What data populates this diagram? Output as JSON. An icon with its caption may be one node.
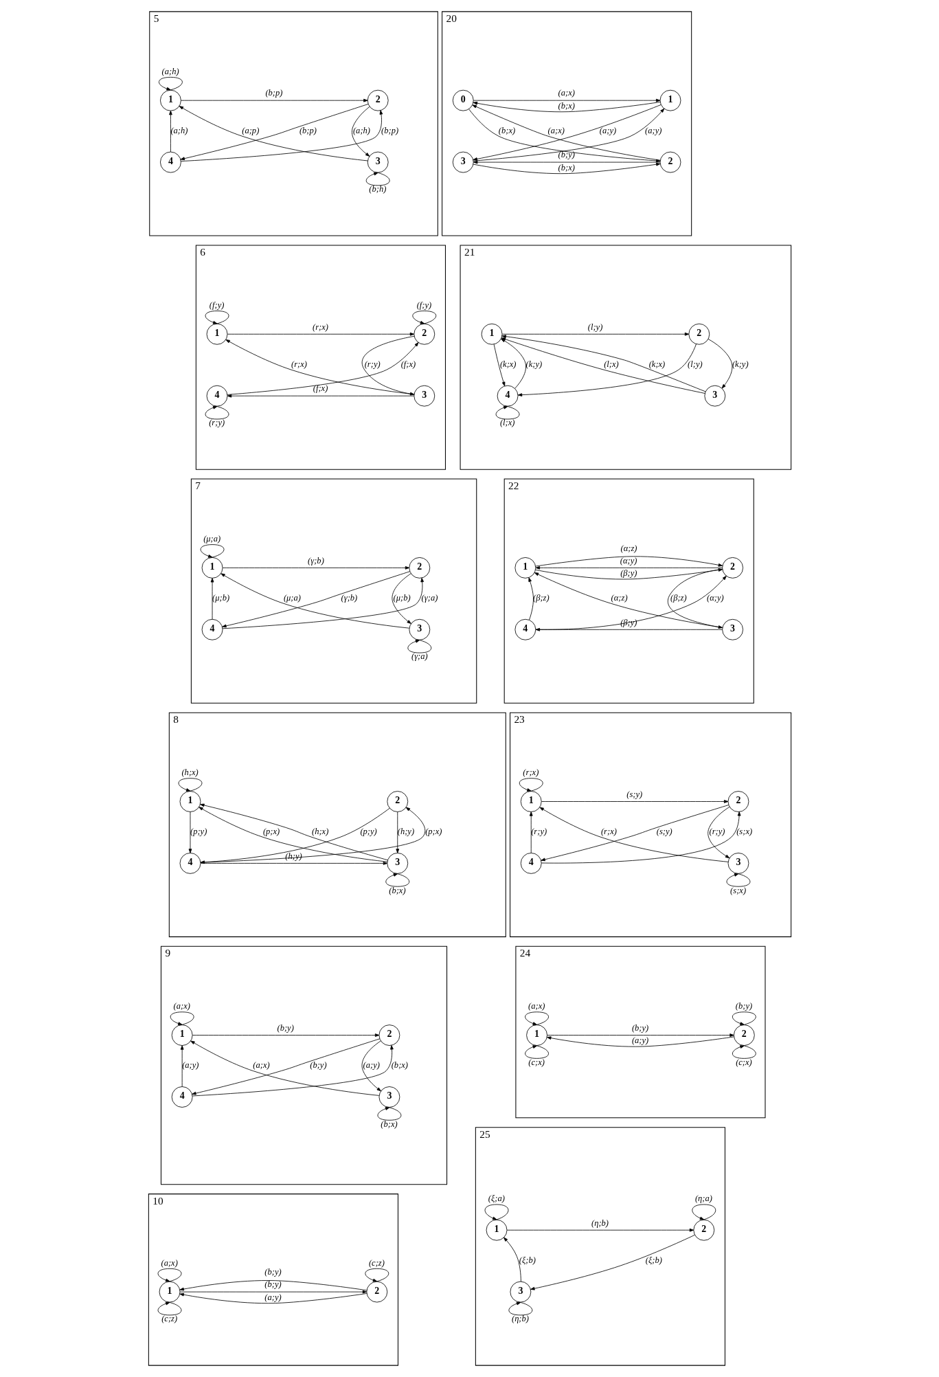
{
  "diagram": {
    "nodes": [
      {
        "text": [
          "5"
        ]
      },
      {
        "text": [
          "1"
        ],
        "in": 0
      },
      {
        "text": [
          "2"
        ],
        "in": 0
      },
      {
        "text": [
          "4"
        ],
        "in": 0
      },
      {
        "text": [
          "3"
        ],
        "in": 0
      },
      {
        "text": [
          "20"
        ]
      },
      {
        "text": [
          "0"
        ],
        "in": 5
      },
      {
        "text": [
          "1"
        ],
        "in": 5
      },
      {
        "text": [
          "3"
        ],
        "in": 5
      },
      {
        "text": [
          "2"
        ],
        "in": 5
      },
      {
        "text": [
          "6"
        ]
      },
      {
        "text": [
          "1"
        ],
        "in": 10
      },
      {
        "text": [
          "2"
        ],
        "in": 10
      },
      {
        "text": [
          "4"
        ],
        "in": 10
      },
      {
        "text": [
          "3"
        ],
        "in": 10
      },
      {
        "text": [
          "21"
        ]
      },
      {
        "text": [
          "1"
        ],
        "in": 15
      },
      {
        "text": [
          "2"
        ],
        "in": 15
      },
      {
        "text": [
          "4"
        ],
        "in": 15
      },
      {
        "text": [
          "3"
        ],
        "in": 15
      },
      {
        "text": [
          "7"
        ]
      },
      {
        "text": [
          "1"
        ],
        "in": 20
      },
      {
        "text": [
          "2"
        ],
        "in": 20
      },
      {
        "text": [
          "4"
        ],
        "in": 20
      },
      {
        "text": [
          "3"
        ],
        "in": 20
      },
      {
        "text": [
          "22"
        ]
      },
      {
        "text": [
          "1"
        ],
        "in": 25
      },
      {
        "text": [
          "2"
        ],
        "in": 25
      },
      {
        "text": [
          "4"
        ],
        "in": 25
      },
      {
        "text": [
          "3"
        ],
        "in": 25
      },
      {
        "text": [
          "8"
        ]
      },
      {
        "text": [
          "1"
        ],
        "in": 30
      },
      {
        "text": [
          "2"
        ],
        "in": 30
      },
      {
        "text": [
          "4"
        ],
        "in": 30
      },
      {
        "text": [
          "3"
        ],
        "in": 30
      },
      {
        "text": [
          "23"
        ]
      },
      {
        "text": [
          "1"
        ],
        "in": 35
      },
      {
        "text": [
          "2"
        ],
        "in": 35
      },
      {
        "text": [
          "4"
        ],
        "in": 35
      },
      {
        "text": [
          "3"
        ],
        "in": 35
      },
      {
        "text": [
          "9"
        ]
      },
      {
        "text": [
          "1"
        ],
        "in": 40
      },
      {
        "text": [
          "2"
        ],
        "in": 40
      },
      {
        "text": [
          "4"
        ],
        "in": 40
      },
      {
        "text": [
          "3"
        ],
        "in": 40
      },
      {
        "text": [
          "24"
        ]
      },
      {
        "text": [
          "1"
        ],
        "in": 45
      },
      {
        "text": [
          "2"
        ],
        "in": 45
      },
      {
        "text": [
          "10"
        ]
      },
      {
        "text": [
          "1"
        ],
        "in": 48
      },
      {
        "text": [
          "2"
        ],
        "in": 48
      },
      {
        "text": [
          "25"
        ]
      },
      {
        "text": [
          "1"
        ],
        "in": 51
      },
      {
        "text": [
          "2"
        ],
        "in": 51
      },
      {
        "text": [
          "3"
        ],
        "in": 51
      }
    ],
    "edges": [
      {
        "from": 1,
        "to": 1,
        "arrow": "to",
        "label": "(a;h)"
      },
      {
        "from": 1,
        "to": 2,
        "arrow": "to",
        "label": "(b;p)"
      },
      {
        "from": 2,
        "to": 3,
        "arrow": "to",
        "label": "(b;p)"
      },
      {
        "from": 3,
        "to": 2,
        "arrow": "to",
        "label": "(b;p)"
      },
      {
        "from": 3,
        "to": 1,
        "arrow": "to",
        "label": "(a;h)"
      },
      {
        "from": 2,
        "to": 4,
        "arrow": "to",
        "label": "(a;h)"
      },
      {
        "from": 4,
        "to": 1,
        "arrow": "to",
        "label": "(a;p)"
      },
      {
        "from": 4,
        "to": 4,
        "arrow": "to",
        "label": "(b;h)"
      },
      {
        "from": 6,
        "to": 7,
        "arrow": "to",
        "label": "(a;x)"
      },
      {
        "from": 7,
        "to": 6,
        "arrow": "to",
        "label": "(b;x)"
      },
      {
        "from": 6,
        "to": 9,
        "arrow": "to",
        "label": "(b;x)"
      },
      {
        "from": 9,
        "to": 6,
        "arrow": "to",
        "label": "(a;x)"
      },
      {
        "from": 8,
        "to": 7,
        "arrow": "to",
        "label": "(a;y)"
      },
      {
        "from": 7,
        "to": 8,
        "arrow": "to",
        "label": "(a;y)"
      },
      {
        "from": 9,
        "to": 8,
        "arrow": "to",
        "label": "(b;y)"
      },
      {
        "from": 8,
        "to": 9,
        "arrow": "to",
        "label": "(b;x)"
      },
      {
        "from": 11,
        "to": 11,
        "arrow": "to",
        "label": "(f;y)"
      },
      {
        "from": 12,
        "to": 12,
        "arrow": "to",
        "label": "(f;y)"
      },
      {
        "from": 11,
        "to": 12,
        "arrow": "to",
        "label": "(r;x)"
      },
      {
        "from": 12,
        "to": 14,
        "arrow": "to",
        "label": "(r;y)"
      },
      {
        "from": 14,
        "to": 11,
        "arrow": "to",
        "label": "(r;x)"
      },
      {
        "from": 13,
        "to": 12,
        "arrow": "to",
        "label": "(f;x)"
      },
      {
        "from": 14,
        "to": 13,
        "arrow": "to",
        "label": "(f;x)"
      },
      {
        "from": 13,
        "to": 13,
        "arrow": "to",
        "label": "(r;y)"
      },
      {
        "from": 16,
        "to": 17,
        "arrow": "to",
        "label": "(l;y)"
      },
      {
        "from": 17,
        "to": 18,
        "arrow": "to",
        "label": "(l;y)"
      },
      {
        "from": 17,
        "to": 19,
        "arrow": "to",
        "label": "(k;y)"
      },
      {
        "from": 16,
        "to": 18,
        "arrow": "to",
        "label": "(k;x)"
      },
      {
        "from": 18,
        "to": 16,
        "arrow": "to",
        "label": "(k;y)"
      },
      {
        "from": 19,
        "to": 16,
        "arrow": "to",
        "label": "(l;x)"
      },
      {
        "from": 19,
        "to": 16,
        "arrow": "to",
        "label": "(k;x)"
      },
      {
        "from": 18,
        "to": 18,
        "arrow": "to",
        "label": "(l;x)"
      },
      {
        "from": 21,
        "to": 21,
        "arrow": "to",
        "label": "(μ;a)"
      },
      {
        "from": 21,
        "to": 22,
        "arrow": "to",
        "label": "(γ;b)"
      },
      {
        "from": 22,
        "to": 23,
        "arrow": "to",
        "label": "(γ;b)"
      },
      {
        "from": 23,
        "to": 22,
        "arrow": "to",
        "label": "(γ;a)"
      },
      {
        "from": 23,
        "to": 21,
        "arrow": "to",
        "label": "(μ;b)"
      },
      {
        "from": 22,
        "to": 24,
        "arrow": "to",
        "label": "(μ;b)"
      },
      {
        "from": 24,
        "to": 21,
        "arrow": "to",
        "label": "(μ;a)"
      },
      {
        "from": 24,
        "to": 24,
        "arrow": "to",
        "label": "(γ;a)"
      },
      {
        "from": 26,
        "to": 27,
        "arrow": "to",
        "label": "(α;z)"
      },
      {
        "from": 26,
        "to": 27,
        "arrow": "to",
        "label": "(β;y)"
      },
      {
        "from": 27,
        "to": 26,
        "arrow": "to",
        "label": "(α;y)"
      },
      {
        "from": 28,
        "to": 26,
        "arrow": "to",
        "label": "(β;z)"
      },
      {
        "from": 28,
        "to": 27,
        "arrow": "to",
        "label": "(α;y)"
      },
      {
        "from": 27,
        "to": 29,
        "arrow": "to",
        "label": "(β;z)"
      },
      {
        "from": 29,
        "to": 26,
        "arrow": "to",
        "label": "(α;z)"
      },
      {
        "from": 29,
        "to": 28,
        "arrow": "to",
        "label": "(β;y)"
      },
      {
        "from": 31,
        "to": 31,
        "arrow": "to",
        "label": "(h;x)"
      },
      {
        "from": 31,
        "to": 33,
        "arrow": "to",
        "label": "(p;y)"
      },
      {
        "from": 32,
        "to": 33,
        "arrow": "to",
        "label": "(p;y)"
      },
      {
        "from": 33,
        "to": 32,
        "arrow": "to",
        "label": "(p;x)"
      },
      {
        "from": 32,
        "to": 34,
        "arrow": "to",
        "label": "(h;y)"
      },
      {
        "from": 34,
        "to": 31,
        "arrow": "to",
        "label": "(p;x)"
      },
      {
        "from": 34,
        "to": 31,
        "arrow": "to",
        "label": "(h;x)"
      },
      {
        "from": 33,
        "to": 34,
        "arrow": "to",
        "label": "(h;y)"
      },
      {
        "from": 34,
        "to": 34,
        "arrow": "to",
        "label": "(b;x)"
      },
      {
        "from": 36,
        "to": 36,
        "arrow": "to",
        "label": "(r;x)"
      },
      {
        "from": 36,
        "to": 37,
        "arrow": "to",
        "label": "(s;y)"
      },
      {
        "from": 37,
        "to": 38,
        "arrow": "to",
        "label": "(s;y)"
      },
      {
        "from": 38,
        "to": 37,
        "arrow": "to",
        "label": "(s;x)"
      },
      {
        "from": 38,
        "to": 36,
        "arrow": "to",
        "label": "(r;y)"
      },
      {
        "from": 37,
        "to": 39,
        "arrow": "to",
        "label": "(r;y)"
      },
      {
        "from": 39,
        "to": 36,
        "arrow": "to",
        "label": "(r;x)"
      },
      {
        "from": 39,
        "to": 39,
        "arrow": "to",
        "label": "(s;x)"
      },
      {
        "from": 41,
        "to": 41,
        "arrow": "to",
        "label": "(a;x)"
      },
      {
        "from": 41,
        "to": 42,
        "arrow": "to",
        "label": "(b;y)"
      },
      {
        "from": 42,
        "to": 43,
        "arrow": "to",
        "label": "(b;y)"
      },
      {
        "from": 43,
        "to": 42,
        "arrow": "to",
        "label": "(b;x)"
      },
      {
        "from": 43,
        "to": 41,
        "arrow": "to",
        "label": "(a;y)"
      },
      {
        "from": 42,
        "to": 44,
        "arrow": "to",
        "label": "(a;y)"
      },
      {
        "from": 44,
        "to": 41,
        "arrow": "to",
        "label": "(a;x)"
      },
      {
        "from": 44,
        "to": 44,
        "arrow": "to",
        "label": "(b;x)"
      },
      {
        "from": 46,
        "to": 46,
        "arrow": "to",
        "label": "(a;x)"
      },
      {
        "from": 46,
        "to": 46,
        "arrow": "to",
        "label": "(c;x)"
      },
      {
        "from": 47,
        "to": 47,
        "arrow": "to",
        "label": "(b;y)"
      },
      {
        "from": 47,
        "to": 47,
        "arrow": "to",
        "label": "(c;x)"
      },
      {
        "from": 46,
        "to": 47,
        "arrow": "to",
        "label": "(b;y)"
      },
      {
        "from": 47,
        "to": 46,
        "arrow": "to",
        "label": "(a;y)"
      },
      {
        "from": 49,
        "to": 49,
        "arrow": "to",
        "label": "(a;x)"
      },
      {
        "from": 49,
        "to": 49,
        "arrow": "to",
        "label": "(c;z)"
      },
      {
        "from": 50,
        "to": 50,
        "arrow": "to",
        "label": "(c;z)"
      },
      {
        "from": 49,
        "to": 50,
        "arrow": "to",
        "label": "(b;y)"
      },
      {
        "from": 50,
        "to": 49,
        "arrow": "to",
        "label": "(a;y)"
      },
      {
        "from": 50,
        "to": 49,
        "arrow": "to",
        "label": "(b;y)"
      },
      {
        "from": 52,
        "to": 52,
        "arrow": "to",
        "label": "(ξ;a)"
      },
      {
        "from": 53,
        "to": 53,
        "arrow": "to",
        "label": "(η;a)"
      },
      {
        "from": 52,
        "to": 53,
        "arrow": "to",
        "label": "(η;b)"
      },
      {
        "from": 53,
        "to": 54,
        "arrow": "to",
        "label": "(ξ;b)"
      },
      {
        "from": 54,
        "to": 52,
        "arrow": "to",
        "label": "(ξ;b)"
      },
      {
        "from": 54,
        "to": 54,
        "arrow": "to",
        "label": "(η;b)"
      }
    ]
  }
}
